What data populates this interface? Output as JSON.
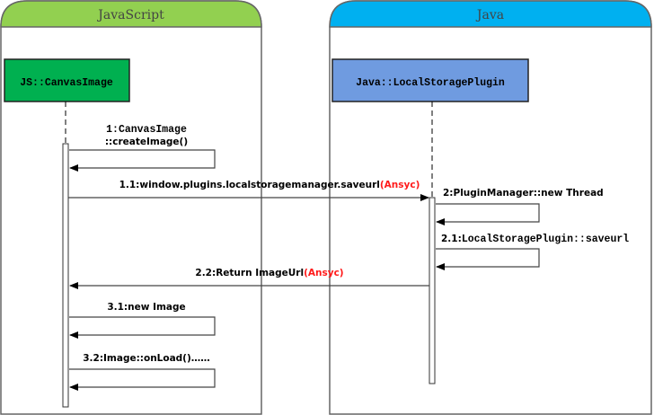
{
  "frames": {
    "javascript": {
      "title": "JavaScript",
      "color": "#92d050"
    },
    "java": {
      "title": "Java",
      "color": "#00b0f0"
    }
  },
  "lifelines": {
    "js": {
      "label": "JS::CanvasImage",
      "color": "#00b050"
    },
    "java": {
      "label": "Java::LocalStoragePlugin",
      "color": "#6f9be0"
    }
  },
  "messages": {
    "m1": {
      "line1": "1:CanvasImage",
      "line2": "::createImage()"
    },
    "m1_1": {
      "label": "1.1:window.plugins.localstoragemanager.saveurl",
      "note": "(Ansyc)"
    },
    "m2": {
      "label": "2:PluginManager::new Thread"
    },
    "m2_1": {
      "prefix": "2.1:",
      "label": "LocalStoragePlugin::saveurl"
    },
    "m2_2": {
      "label": "2.2:Return ImageUrl",
      "note": "(Ansyc)"
    },
    "m3_1": {
      "label": "3.1:new Image"
    },
    "m3_2": {
      "label": "3.2:Image::onLoad()……"
    }
  }
}
